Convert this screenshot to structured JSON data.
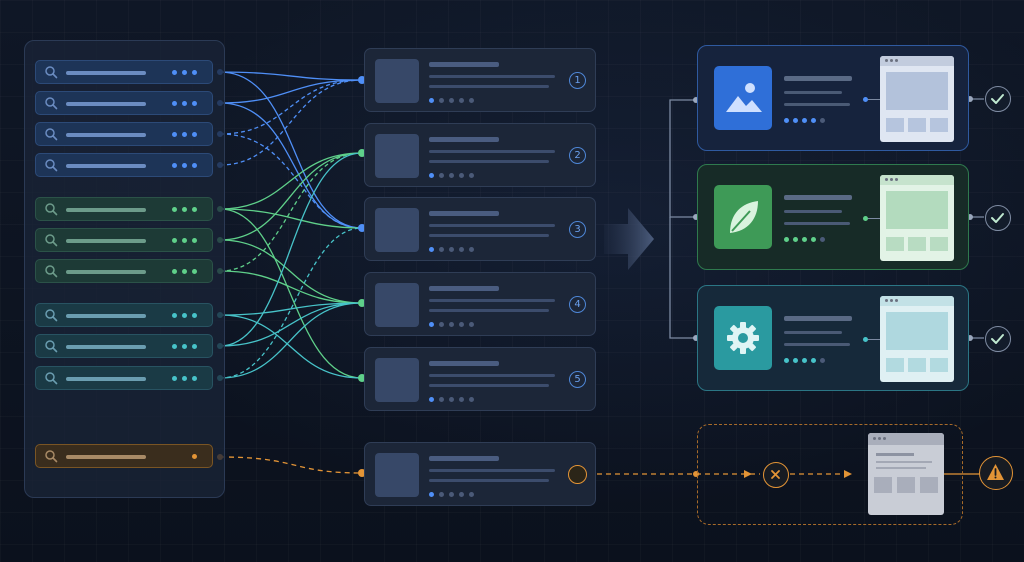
{
  "diagram": {
    "search_panel": {
      "rows": [
        {
          "group": "blue"
        },
        {
          "group": "blue"
        },
        {
          "group": "blue"
        },
        {
          "group": "blue"
        },
        {
          "group": "green"
        },
        {
          "group": "green"
        },
        {
          "group": "green"
        },
        {
          "group": "teal"
        },
        {
          "group": "teal"
        },
        {
          "group": "teal"
        },
        {
          "group": "orange",
          "status": "error"
        }
      ]
    },
    "process_nodes": [
      {
        "number": "1"
      },
      {
        "number": "2"
      },
      {
        "number": "3"
      },
      {
        "number": "4"
      },
      {
        "number": "5"
      },
      {
        "number": "",
        "status": "pending"
      }
    ],
    "outputs": [
      {
        "icon": "image-icon",
        "accent": "#3b7be0",
        "status": "success"
      },
      {
        "icon": "leaf-icon",
        "accent": "#3ea35a",
        "status": "success"
      },
      {
        "icon": "gear-icon",
        "accent": "#2a9aa0",
        "status": "success"
      }
    ],
    "failed_output": {
      "icon": "close-icon",
      "status": "warning-icon"
    },
    "colors": {
      "blue": "#4f8ff7",
      "green": "#5fd08a",
      "teal": "#47c3c9",
      "orange": "#e39436",
      "background": "#0d1422"
    }
  }
}
